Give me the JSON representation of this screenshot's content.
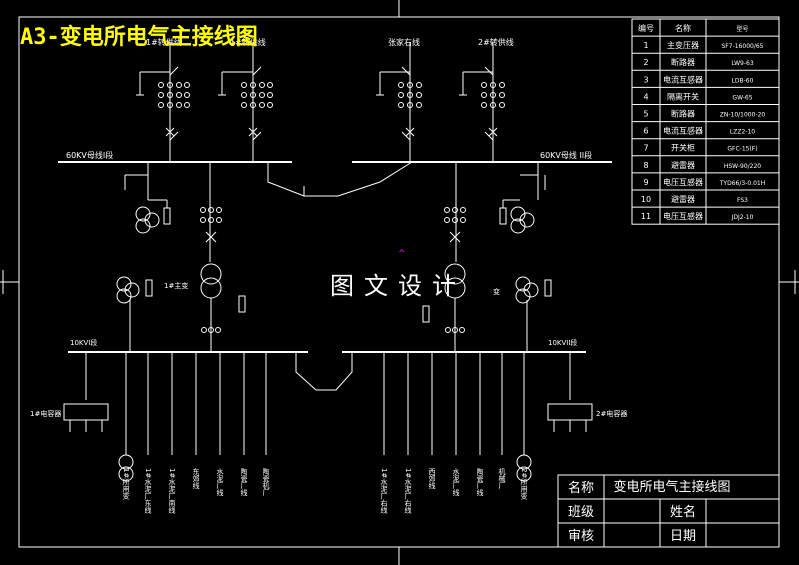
{
  "title": "A3-变电所电气主接线图",
  "watermark": "图文设计",
  "incoming_lines": [
    "1#转供线",
    "1#转供线",
    "张家右线",
    "2#转供线"
  ],
  "buses": {
    "bus_60kv_1": "60KV母线I段",
    "bus_60kv_2": "60KV母线 II段",
    "bus_10kv_1": "10KVI段",
    "bus_10kv_2": "10KVII段"
  },
  "transformer_labels": {
    "t1": "1#主变",
    "t2": "变"
  },
  "capacitor_labels": {
    "c1": "1#电容器",
    "c2": "2#电容器"
  },
  "feeders_left": [
    "1#所用变",
    "1#水泥厂东线",
    "1#水泥厂南线",
    "东郊线",
    "水泥厂线",
    "陶瓷厂线",
    "陶瓷机厂"
  ],
  "feeders_right": [
    "1#水泥厂右线",
    "1#水泥厂右线",
    "西郊线",
    "水泥厂线",
    "陶瓷厂线",
    "机械厂",
    "2#所用变"
  ],
  "equipment_table": {
    "headers": [
      "编号",
      "名称",
      "型号"
    ],
    "rows": [
      [
        "1",
        "主变压器",
        "SF7-16000/65"
      ],
      [
        "2",
        "断路器",
        "LW9-63"
      ],
      [
        "3",
        "电流互感器",
        "LDB-60"
      ],
      [
        "4",
        "隔离开关",
        "GW-65"
      ],
      [
        "5",
        "断路器",
        "ZN-10/1000-20"
      ],
      [
        "6",
        "电流互感器",
        "LZZ2-10"
      ],
      [
        "7",
        "开关柜",
        "GFC-15(F)"
      ],
      [
        "8",
        "避雷器",
        "HSW-90/220"
      ],
      [
        "9",
        "电压互感器",
        "TYD66/3-0.01H"
      ],
      [
        "10",
        "避雷器",
        "FS3"
      ],
      [
        "11",
        "电压互感器",
        "JDJ2-10"
      ]
    ]
  },
  "title_block": {
    "name_label": "名称",
    "name_value": "变电所电气主接线图",
    "class_label": "班级",
    "person_label": "姓名",
    "review_label": "审核",
    "date_label": "日期"
  },
  "colors": {
    "line": "#ffffff",
    "title": "#ffff00",
    "accent": "#ff00ff",
    "background": "#000000"
  }
}
